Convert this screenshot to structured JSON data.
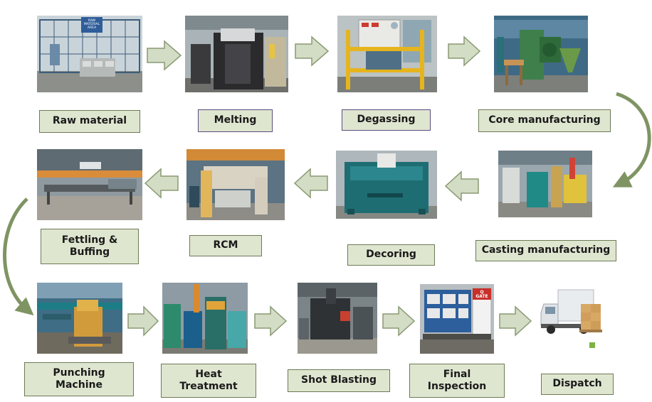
{
  "steps": [
    {
      "id": "raw-material",
      "label": "Raw material",
      "photo": "raw-material-storage-area"
    },
    {
      "id": "melting",
      "label": "Melting",
      "photo": "melting-furnace"
    },
    {
      "id": "degassing",
      "label": "Degassing",
      "photo": "degassing-unit"
    },
    {
      "id": "core-manufacturing",
      "label": "Core manufacturing",
      "photo": "core-making-machine"
    },
    {
      "id": "casting-manufacturing",
      "label": "Casting manufacturing",
      "photo": "casting-machine"
    },
    {
      "id": "decoring",
      "label": "Decoring",
      "photo": "decoring-machine"
    },
    {
      "id": "rcm",
      "label": "RCM",
      "photo": "rcm-machine"
    },
    {
      "id": "fettling-buffing",
      "label": "Fettling &\nBuffing",
      "photo": "fettling-area"
    },
    {
      "id": "punching-machine",
      "label": "Punching\nMachine",
      "photo": "punching-press"
    },
    {
      "id": "heat-treatment",
      "label": "Heat\nTreatment",
      "photo": "heat-treatment-furnace"
    },
    {
      "id": "shot-blasting",
      "label": "Shot Blasting",
      "photo": "shot-blasting-machine"
    },
    {
      "id": "final-inspection",
      "label": "Final\nInspection",
      "photo": "inspection-board"
    },
    {
      "id": "dispatch",
      "label": "Dispatch",
      "photo": "delivery-truck"
    }
  ],
  "raw_material_sign": "RAW\nMATERIAL\nAREA",
  "inspection_sign": "Q\nGATE",
  "colors": {
    "label_fill": "#dfe6d0",
    "label_border": "#6c7a55",
    "arrow_fill": "#d3dcc4",
    "arrow_stroke": "#8a9a74",
    "curve_color": "#7f9463"
  }
}
